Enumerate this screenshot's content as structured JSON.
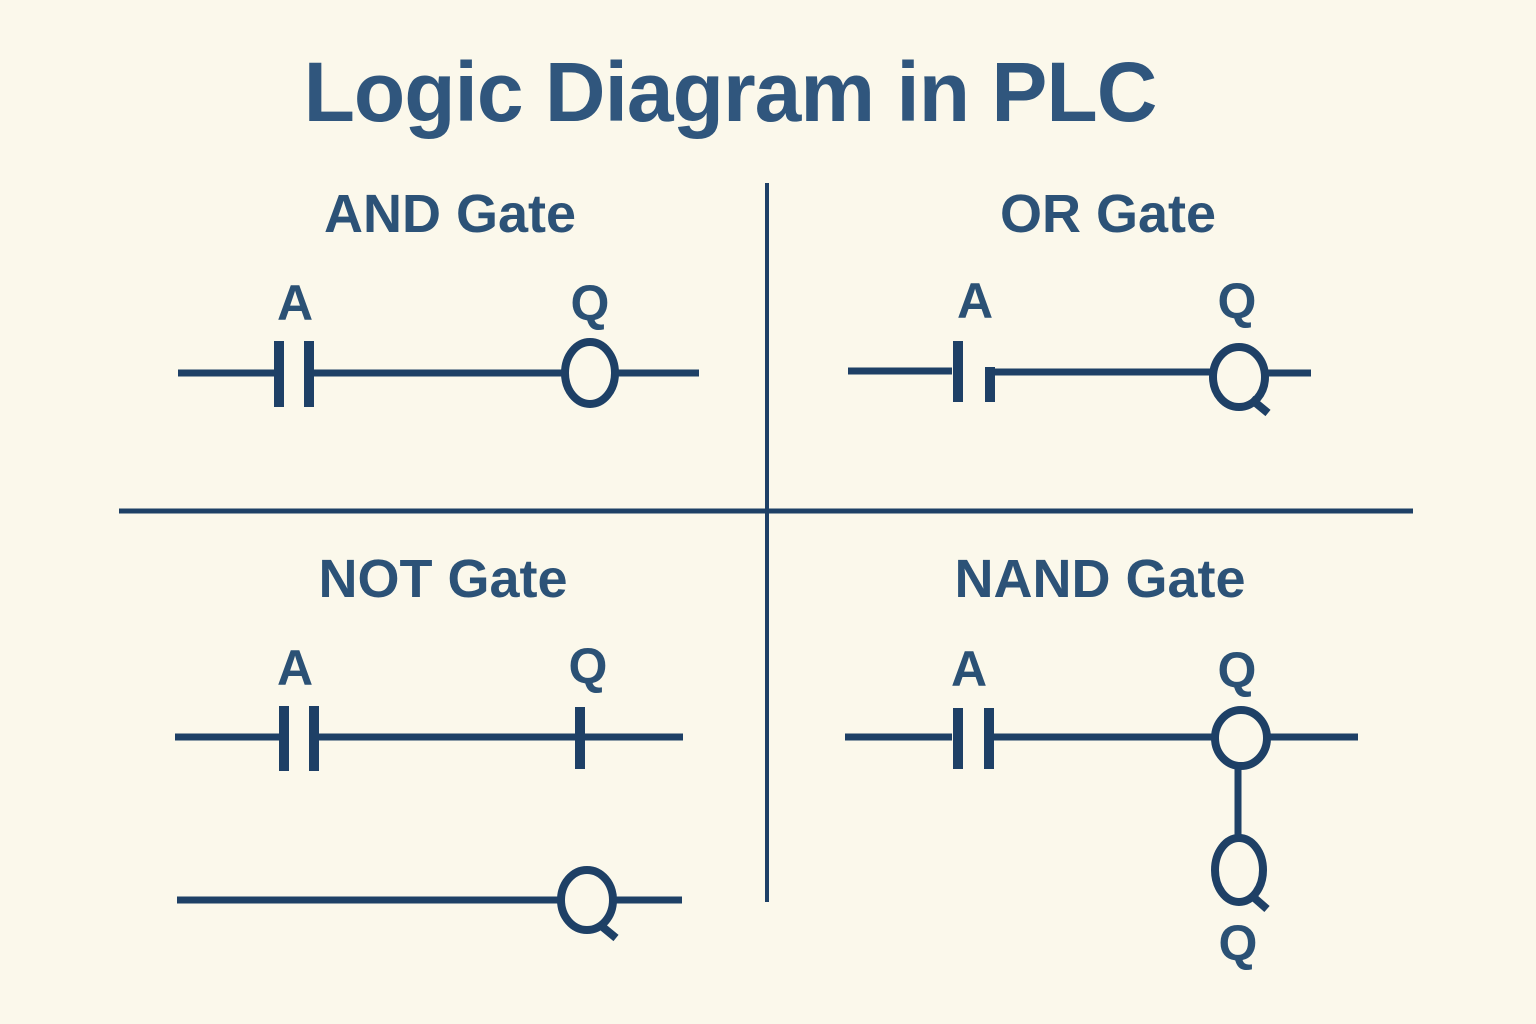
{
  "colors": {
    "background": "#FBF8EB",
    "ink": "#1E4066",
    "title-color": "#30567D",
    "heading-color": "#2C5277",
    "label-color": "#2B5175"
  },
  "title": "Logic Diagram in PLC",
  "quadrants": {
    "and": {
      "heading": "AND Gate",
      "input_label": "A",
      "output_label": "Q"
    },
    "or": {
      "heading": "OR Gate",
      "input_label": "A",
      "output_label": "Q"
    },
    "not": {
      "heading": "NOT Gate",
      "input_label": "A",
      "output_label": "Q"
    },
    "nand": {
      "heading": "NAND Gate",
      "input_label": "A",
      "output_label": "Q",
      "branch_output_label": "Q"
    }
  }
}
